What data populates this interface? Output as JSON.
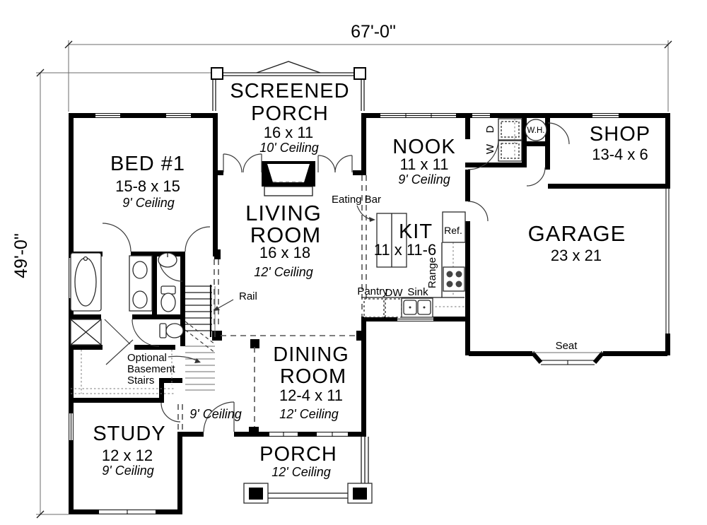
{
  "dimensions": {
    "top": "67'-0\"",
    "left": "49'-0\""
  },
  "rooms": {
    "screened_porch": {
      "line1": "SCREENED",
      "line2": "PORCH",
      "size": "16 x 11",
      "ceiling": "10' Ceiling"
    },
    "bed1": {
      "name": "BED #1",
      "size": "15-8 x 15",
      "ceiling": "9' Ceiling"
    },
    "nook": {
      "name": "NOOK",
      "size": "11 x 11",
      "ceiling": "9' Ceiling"
    },
    "shop": {
      "name": "SHOP",
      "size": "13-4 x 6"
    },
    "living": {
      "line1": "LIVING",
      "line2": "ROOM",
      "size": "16 x 18",
      "ceiling": "12' Ceiling"
    },
    "kitchen": {
      "name": "KIT",
      "size": "11 x 11-6"
    },
    "garage": {
      "name": "GARAGE",
      "size": "23 x 21"
    },
    "dining": {
      "line1": "DINING",
      "line2": "ROOM",
      "size": "12-4 x 11",
      "ceiling": "12' Ceiling"
    },
    "study": {
      "name": "STUDY",
      "size": "12 x 12",
      "ceiling": "9' Ceiling"
    },
    "porch": {
      "name": "PORCH",
      "ceiling": "12' Ceiling"
    },
    "hall": {
      "ceiling": "9' Ceiling"
    }
  },
  "labels": {
    "eating_bar": "Eating Bar",
    "rail": "Rail",
    "pantry": "Pantry",
    "dw": "DW",
    "sink": "Sink",
    "ref": "Ref.",
    "range": "Range",
    "washer": "W",
    "dryer": "D",
    "water_heater": "W.H.",
    "seat": "Seat"
  },
  "annotations": {
    "optional_basement_stairs": [
      "Optional",
      "Basement",
      "Stairs"
    ]
  }
}
